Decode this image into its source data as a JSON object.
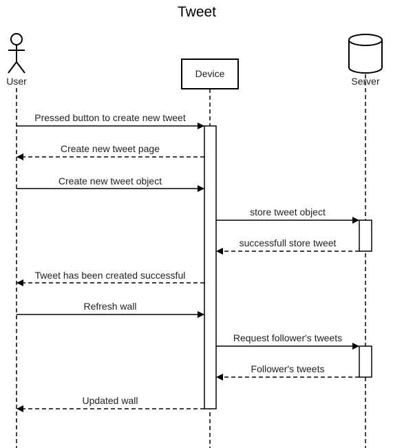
{
  "title": "Tweet",
  "participants": {
    "user": "User",
    "device": "Device",
    "server": "Server"
  },
  "messages": [
    {
      "label": "Pressed button to create new tweet",
      "from": "user",
      "to": "device",
      "style": "solid"
    },
    {
      "label": "Create new tweet page",
      "from": "device",
      "to": "user",
      "style": "dashed"
    },
    {
      "label": "Create new tweet object",
      "from": "user",
      "to": "device",
      "style": "solid"
    },
    {
      "label": "store tweet object",
      "from": "device",
      "to": "server",
      "style": "solid"
    },
    {
      "label": "successfull store tweet",
      "from": "server",
      "to": "device",
      "style": "dashed"
    },
    {
      "label": "Tweet has been created successful",
      "from": "device",
      "to": "user",
      "style": "dashed"
    },
    {
      "label": "Refresh wall",
      "from": "user",
      "to": "device",
      "style": "solid"
    },
    {
      "label": "Request follower's tweets",
      "from": "device",
      "to": "server",
      "style": "solid"
    },
    {
      "label": "Follower's tweets",
      "from": "server",
      "to": "device",
      "style": "dashed"
    },
    {
      "label": "Updated wall",
      "from": "device",
      "to": "user",
      "style": "dashed"
    }
  ]
}
